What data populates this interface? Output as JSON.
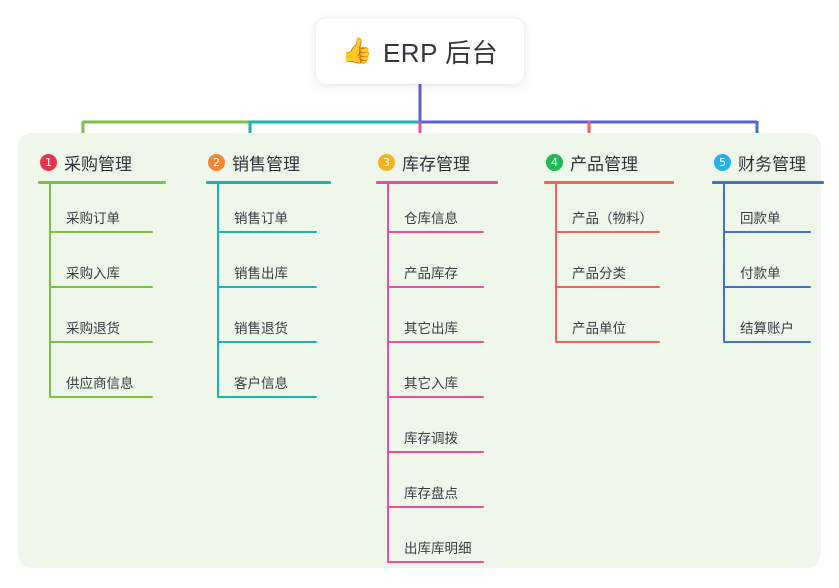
{
  "root": {
    "icon": "thumbs-up-emoji",
    "emoji": "👍",
    "title": "ERP 后台"
  },
  "diagram": {
    "type": "tree-mindmap",
    "orientation": "top-down",
    "panel_background": "#eff7ea",
    "connector_colors": [
      "#7cc145",
      "#17b6ac",
      "#5a5fd0",
      "#5a5fd0"
    ],
    "columns": [
      {
        "index": "1",
        "label": "采购管理",
        "badge_color": "#e8344e",
        "line_color": "#7cc145",
        "drop_color": "#7cc145",
        "items": [
          "采购订单",
          "采购入库",
          "采购退货",
          "供应商信息"
        ]
      },
      {
        "index": "2",
        "label": "销售管理",
        "badge_color": "#f58634",
        "line_color": "#17b6ac",
        "drop_color": "#17b6ac",
        "items": [
          "销售订单",
          "销售出库",
          "销售退货",
          "客户信息"
        ]
      },
      {
        "index": "3",
        "label": "库存管理",
        "badge_color": "#f5b324",
        "line_color": "#ec4d9c",
        "drop_color": "#ec4d9c",
        "items": [
          "仓库信息",
          "产品库存",
          "其它出库",
          "其它入库",
          "库存调拨",
          "库存盘点",
          "出库库明细"
        ]
      },
      {
        "index": "4",
        "label": "产品管理",
        "badge_color": "#1db954",
        "line_color": "#f4605c",
        "drop_color": "#f4605c",
        "items": [
          "产品（物料）",
          "产品分类",
          "产品单位"
        ]
      },
      {
        "index": "5",
        "label": "财务管理",
        "badge_color": "#21b3ea",
        "line_color": "#4472c4",
        "drop_color": "#4472c4",
        "items": [
          "回款单",
          "付款单",
          "结算账户"
        ]
      }
    ]
  }
}
